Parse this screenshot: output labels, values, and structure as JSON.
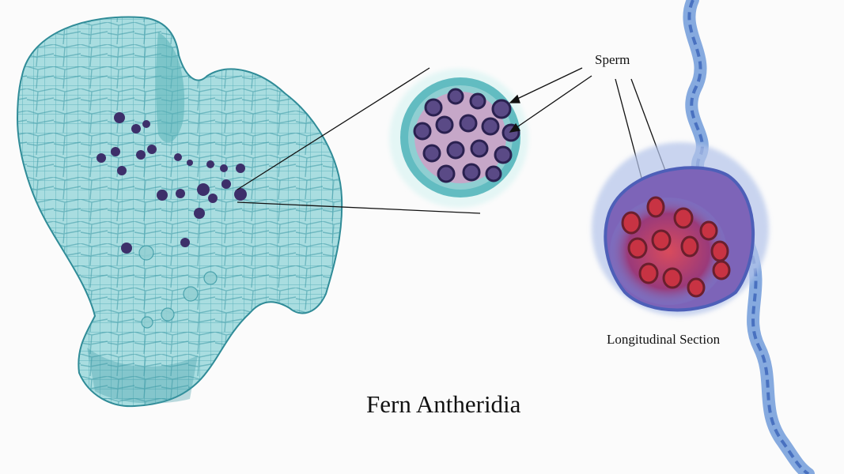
{
  "labels": {
    "sperm": "Sperm",
    "longitudinal_section": "Longitudinal Section",
    "title": "Fern Antheridia"
  },
  "colors": {
    "background": "#fbfbfb",
    "prothallus_stain": "#8fcfd4",
    "cell_wall": "#3f9aa6",
    "antheridium_dark": "#3b2b63",
    "section_red": "#b8283d",
    "section_blue": "#4c78c8"
  }
}
